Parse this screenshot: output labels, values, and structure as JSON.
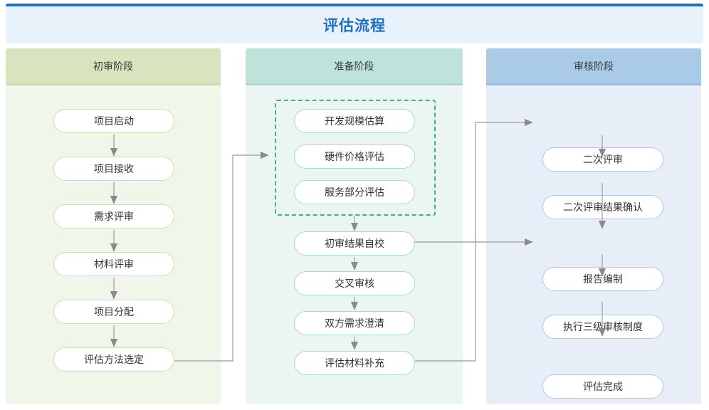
{
  "header": {
    "title": "评估流程",
    "accent": "#1f6fc4",
    "background": "#e7f2fa"
  },
  "lanes": [
    {
      "id": "lane-preliminary",
      "title": "初审阶段",
      "head_color": "#d7e4bd",
      "body_color": "#f0f6e9",
      "node_border": "#cfe0ab",
      "nodes": [
        {
          "label": "项目启动"
        },
        {
          "label": "项目接收"
        },
        {
          "label": "需求评审"
        },
        {
          "label": "材料评审"
        },
        {
          "label": "项目分配"
        },
        {
          "label": "评估方法选定"
        }
      ]
    },
    {
      "id": "lane-preparation",
      "title": "准备阶段",
      "head_color": "#bde3db",
      "body_color": "#eaf5f4",
      "node_border": "#a7d9ce",
      "group": {
        "id": "estimation-group",
        "border_color": "#39b58c",
        "style": "dashed",
        "nodes": [
          {
            "label": "开发规模估算"
          },
          {
            "label": "硬件价格评估"
          },
          {
            "label": "服务部分评估"
          }
        ]
      },
      "nodes": [
        {
          "label": "初审结果自校"
        },
        {
          "label": "交叉审核"
        },
        {
          "label": "双方需求澄清"
        },
        {
          "label": "评估材料补充"
        }
      ]
    },
    {
      "id": "lane-review",
      "title": "审核阶段",
      "head_color": "#a9cbe8",
      "body_color": "#e7eef8",
      "node_border": "#abcbe9",
      "nodes": [
        {
          "label": "二次评审"
        },
        {
          "label": "二次评审结果确认"
        },
        {
          "label": "报告编制"
        },
        {
          "label": "执行三级审核制度"
        },
        {
          "label": "评估完成"
        }
      ]
    }
  ],
  "connectors": {
    "arrow_color": "#8a8a8a",
    "cross_lane": [
      {
        "from": "评估方法选定",
        "to": "开发规模估算"
      },
      {
        "from": "评估材料补充",
        "to": "二次评审"
      },
      {
        "from": "初审结果自校",
        "to": "报告编制"
      }
    ]
  }
}
